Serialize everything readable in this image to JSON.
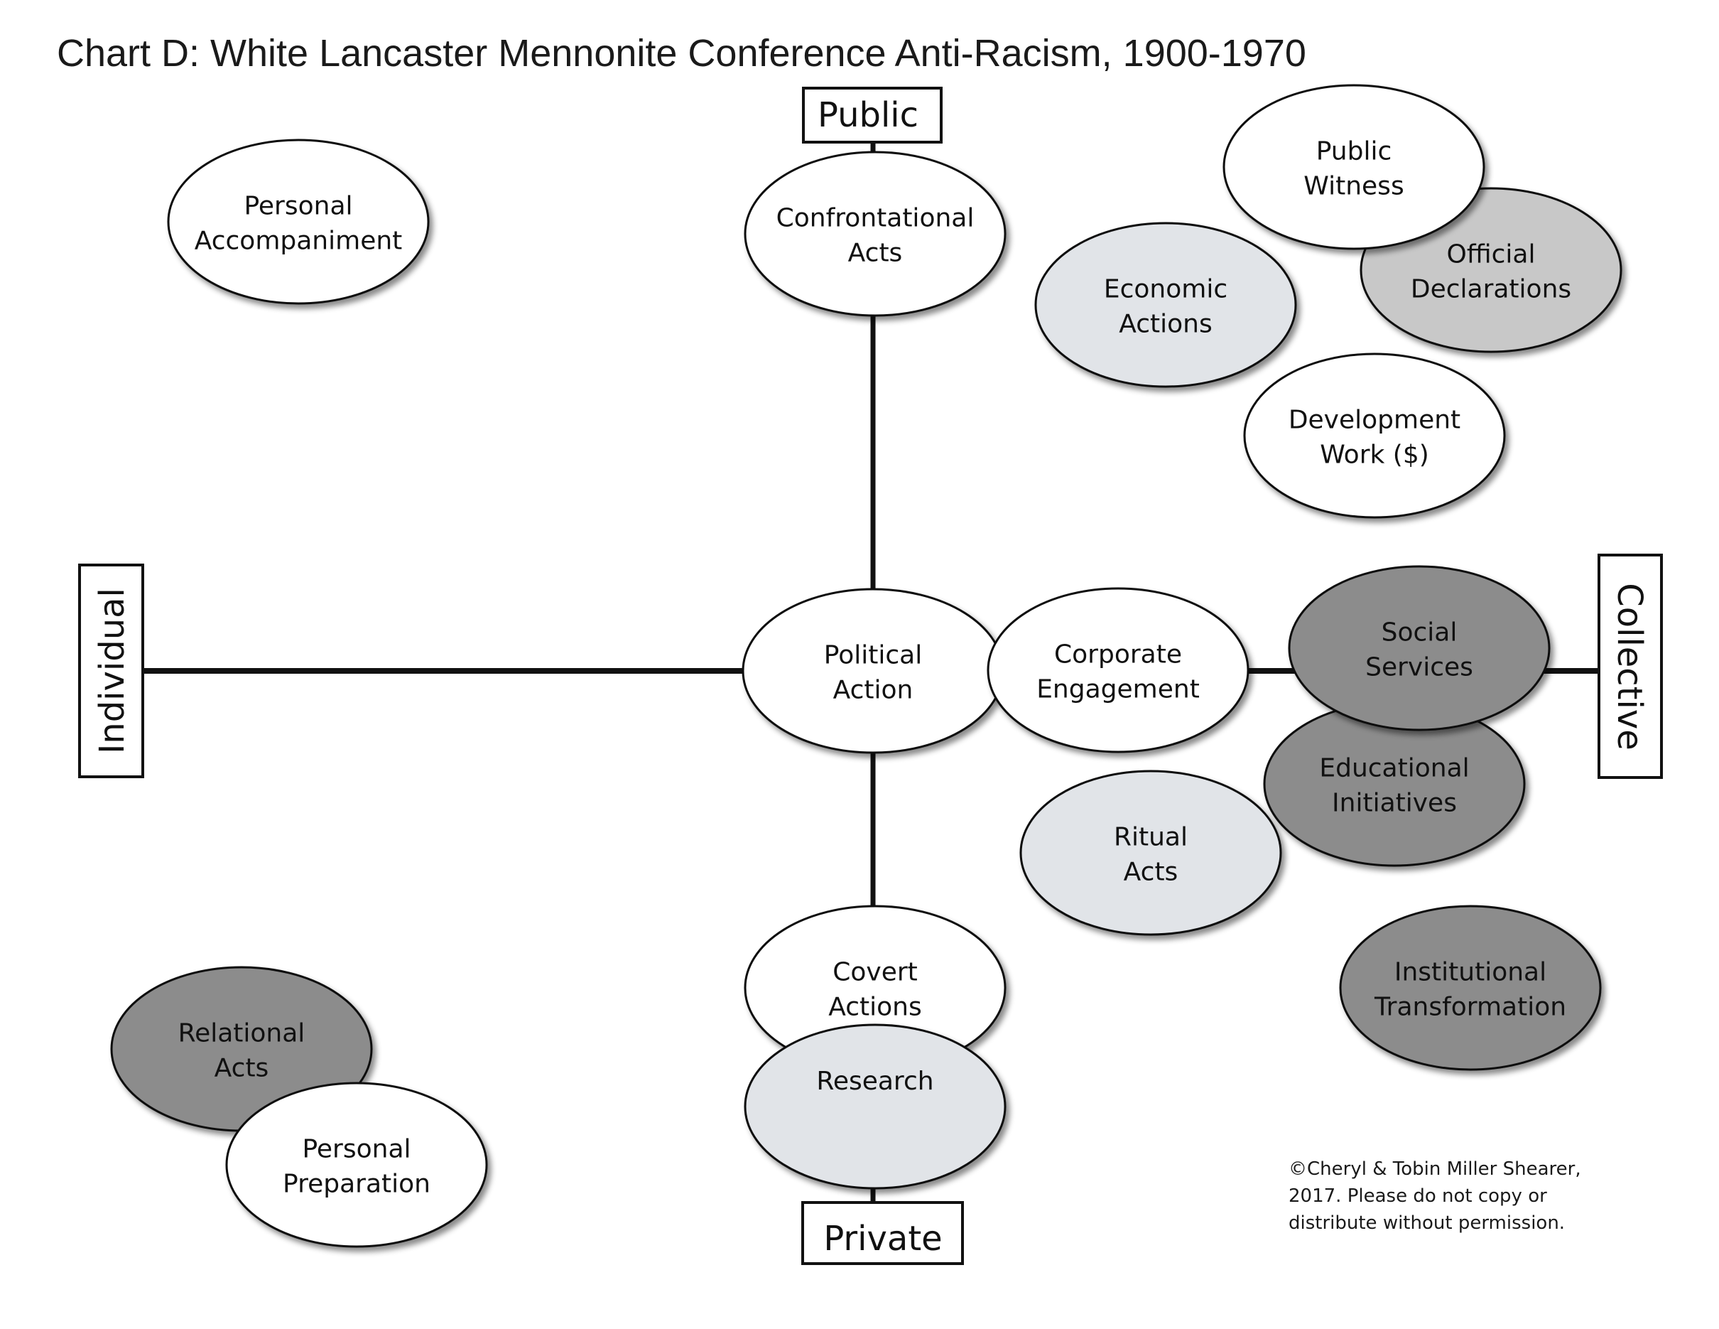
{
  "title": "Chart D: White Lancaster Mennonite Conference Anti-Racism, 1900-1970",
  "copyright": "©Cheryl & Tobin Miller Shearer,\n2017. Please do not copy or\ndistribute without permission.",
  "axes": {
    "top": "Public",
    "bottom": "Private",
    "left": "Individual",
    "right": "Collective"
  },
  "colors": {
    "white": "#ffffff",
    "light": "#e1e4e8",
    "medium": "#c8c8c8",
    "dark": "#8c8c8c",
    "stroke": "#111111"
  },
  "nodes": [
    {
      "name": "node-personal-accompaniment",
      "lines": [
        "Personal",
        "Accompaniment"
      ],
      "fill": "white"
    },
    {
      "name": "node-confrontational-acts",
      "lines": [
        "Confrontational",
        "Acts"
      ],
      "fill": "white"
    },
    {
      "name": "node-official-declarations",
      "lines": [
        "Official",
        "Declarations"
      ],
      "fill": "medium"
    },
    {
      "name": "node-public-witness",
      "lines": [
        "Public",
        "Witness"
      ],
      "fill": "white"
    },
    {
      "name": "node-economic-actions",
      "lines": [
        "Economic",
        "Actions"
      ],
      "fill": "light"
    },
    {
      "name": "node-development-work",
      "lines": [
        "Development",
        "Work ($)"
      ],
      "fill": "white"
    },
    {
      "name": "node-political-action",
      "lines": [
        "Political",
        "Action"
      ],
      "fill": "white"
    },
    {
      "name": "node-corporate-engagement",
      "lines": [
        "Corporate",
        "Engagement"
      ],
      "fill": "white"
    },
    {
      "name": "node-educational-initiatives",
      "lines": [
        "Educational",
        "Initiatives"
      ],
      "fill": "dark"
    },
    {
      "name": "node-social-services",
      "lines": [
        "Social",
        "Services"
      ],
      "fill": "dark"
    },
    {
      "name": "node-ritual-acts",
      "lines": [
        "Ritual",
        "Acts"
      ],
      "fill": "light"
    },
    {
      "name": "node-covert-actions",
      "lines": [
        "Covert",
        "Actions"
      ],
      "fill": "white"
    },
    {
      "name": "node-research",
      "lines": [
        "Research"
      ],
      "fill": "light"
    },
    {
      "name": "node-institutional-transformation",
      "lines": [
        "Institutional",
        "Transformation"
      ],
      "fill": "dark"
    },
    {
      "name": "node-relational-acts",
      "lines": [
        "Relational",
        "Acts"
      ],
      "fill": "dark"
    },
    {
      "name": "node-personal-preparation",
      "lines": [
        "Personal",
        "Preparation"
      ],
      "fill": "white"
    }
  ]
}
